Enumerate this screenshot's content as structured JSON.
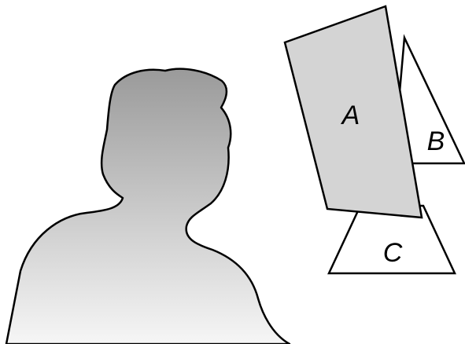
{
  "labels": {
    "a": "A",
    "b": "B",
    "c": "C"
  },
  "colors": {
    "background": "#ffffff",
    "outline": "#000000",
    "panel_a_fill": "#d4d4d4",
    "triangle_fill": "#ffffff",
    "person_gradient_top": "#9a9a9a",
    "person_gradient_bottom": "#f6f6f6"
  }
}
